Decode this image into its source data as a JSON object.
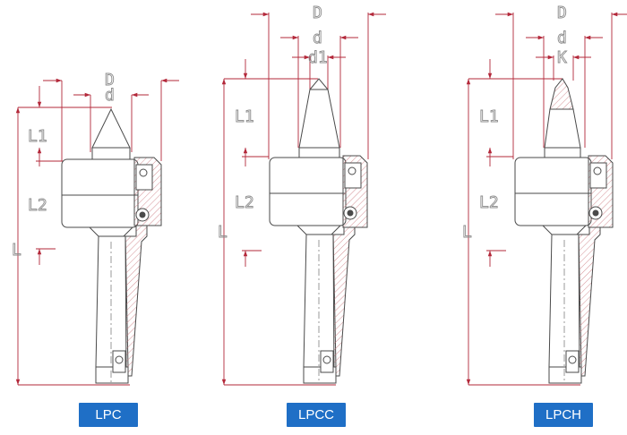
{
  "labels": {
    "D": "D",
    "d": "d",
    "d1": "d1",
    "K": "K",
    "L1": "L1",
    "L2": "L2",
    "L": "L"
  },
  "models": [
    "LPC",
    "LPCC",
    "LPCH"
  ],
  "colors": {
    "dimension_line": "#b3283a",
    "outline": "#4a4a4a",
    "hatch": "#c9737a",
    "label_bg": "#1f6fc6",
    "label_text": "#ffffff"
  }
}
